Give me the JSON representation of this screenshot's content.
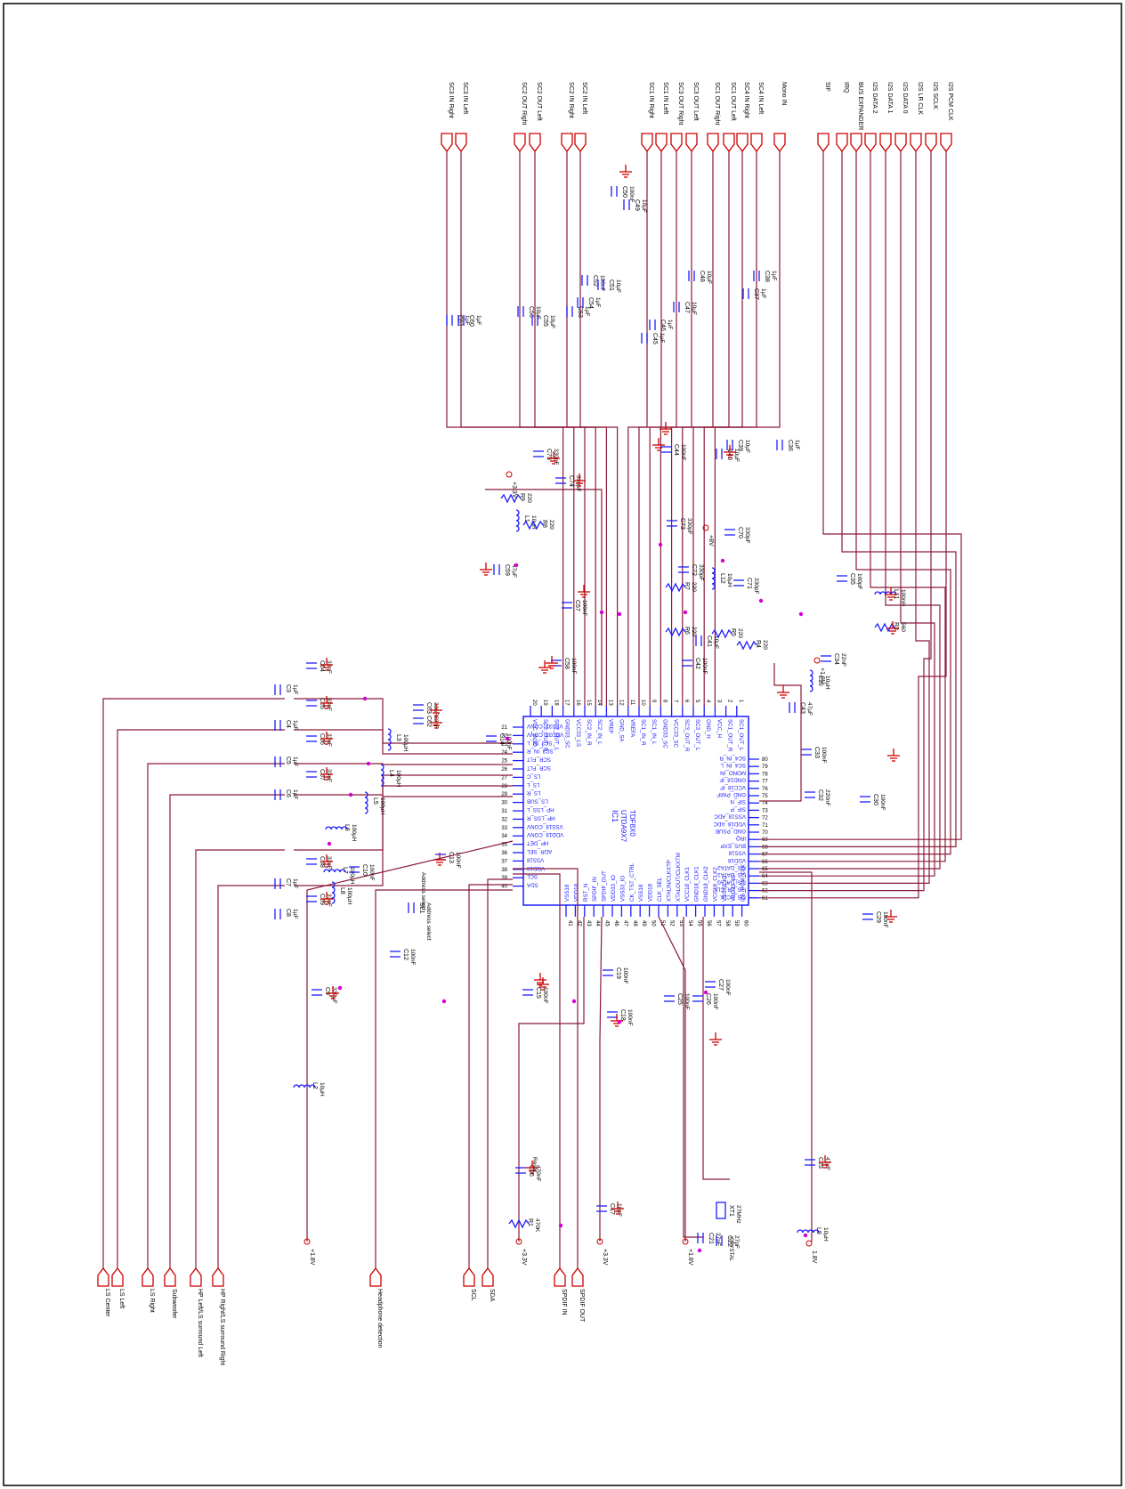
{
  "ports_top": [
    "SC3 IN Right",
    "SC3 IN Left",
    "SC2 OUT Right",
    "SC2 OUT Left",
    "SC2 IN Right",
    "SC2 IN Left",
    "SC1 IN Right",
    "SC1 IN Left",
    "SC3 OUT Right",
    "SC3 OUT Left",
    "SC1 OUT Right",
    "SC1 OUT Left",
    "SC4 IN Right",
    "SC4 IN Left",
    "Mono IN",
    "SIF",
    "IRQ",
    "BUS EXPANDER",
    "I2S DATA 2",
    "I2S DATA 1",
    "I2S DATA 0",
    "I2S LR CLK",
    "I2S SCLK",
    "I2S PCM CLK"
  ],
  "ports_bottom": [
    "LS Center",
    "LS Left",
    "LS Right",
    "Subwoofer",
    "HP Left/LS surround Left",
    "HP Right/LS surround Right",
    "Headphone detection",
    "SCL",
    "SDA",
    "SPDIF IN",
    "SPDIF OUT"
  ],
  "ic": {
    "ref": "IC1",
    "part": "UTDA9X7",
    "name": "TDF8X0",
    "pins_right_side": [
      "VCC_IN3O",
      "SC2_OUT_R",
      "SC2_OUT_L",
      "GND33_SC",
      "VCC33_LS",
      "SC2_IN_R",
      "SC2_IN_L",
      "VREF",
      "GND_SA",
      "VREFA",
      "SC1_IN_R",
      "SC1_IN_L",
      "GND33_SC",
      "VCC33_SC",
      "SC3_OUT_R",
      "SC3_OUT_L",
      "GND_H",
      "VCC_H",
      "SC1_OUT_R",
      "SC1_OUT_L"
    ],
    "pins_right_nums": [
      "20",
      "19",
      "18",
      "17",
      "16",
      "15",
      "14",
      "13",
      "12",
      "11",
      "10",
      "9",
      "8",
      "7",
      "6",
      "5",
      "4",
      "3",
      "2",
      "1"
    ],
    "pins_left_side": [
      "VSS33_CONV",
      "VDD33_CONV",
      "SC3_IN_L",
      "SC3_IN_R",
      "SCR_FLT",
      "SCR_FLT",
      "LS_C",
      "LS_L",
      "LS_R",
      "LS_SUB",
      "HP_LSS_L",
      "HP_LSS_R",
      "VSS18_CONV",
      "VDD18_CONV",
      "HP_DET",
      "ADR_SEL",
      "VSS18",
      "VDD18",
      "SCL",
      "SDA"
    ],
    "pins_left_nums": [
      "21",
      "22",
      "23",
      "24",
      "25",
      "26",
      "27",
      "28",
      "29",
      "30",
      "31",
      "32",
      "33",
      "34",
      "35",
      "36",
      "37",
      "38",
      "39",
      "40"
    ],
    "pins_bottom_side": [
      "VSS18",
      "VDD18",
      "RST_N",
      "SPDIF_IN",
      "SPDIF_OUT",
      "VDD33_IO",
      "VSS33_IO",
      "CK_TST_CTRL",
      "VSS18",
      "VDD18",
      "CLK_SEL",
      "XTALIN/CLKXTP",
      "XTALOUT/CLKXTM",
      "VCC18_CLK1",
      "GND18_CLK1",
      "GND18_CLK2",
      "VCC18_CLK2",
      "VSS33_IO",
      "VDD33_IO",
      "I2S_PCM_CLK"
    ],
    "pins_bottom_nums": [
      "41",
      "42",
      "43",
      "44",
      "45",
      "46",
      "47",
      "48",
      "49",
      "50",
      "51",
      "52",
      "53",
      "54",
      "55",
      "56",
      "57",
      "58",
      "59",
      "60"
    ],
    "pins_top_side": [
      "SC4_IN_R",
      "SC4_IN_L",
      "MONO_IN",
      "GND18_IF",
      "VCC18_IF",
      "GND_PWIF",
      "SIF_N",
      "SIF_P",
      "VSS18_ADC",
      "VDD18_ADC",
      "GND_PSUB",
      "IRQ",
      "BUS_EXP",
      "VSS18",
      "VDD18",
      "I2S_DATA2",
      "I2S_DATA1",
      "I2S_DATA0",
      "I2S_LR_CLK",
      "I2S_SCLK"
    ],
    "pins_top_nums": [
      "80",
      "79",
      "78",
      "77",
      "76",
      "75",
      "74",
      "73",
      "72",
      "71",
      "70",
      "69",
      "68",
      "67",
      "66",
      "65",
      "64",
      "63",
      "62",
      "61"
    ]
  },
  "components": [
    {
      "ref": "C61",
      "val": "1µF"
    },
    {
      "ref": "C60",
      "val": "1µF"
    },
    {
      "ref": "C56",
      "val": "10µF"
    },
    {
      "ref": "C55",
      "val": "10µF"
    },
    {
      "ref": "C53",
      "val": "1µF"
    },
    {
      "ref": "C54",
      "val": "1µF"
    },
    {
      "ref": "C52",
      "val": "100nF"
    },
    {
      "ref": "C51",
      "val": "10µF"
    },
    {
      "ref": "C50",
      "val": "100nF"
    },
    {
      "ref": "C49",
      "val": "10µF"
    },
    {
      "ref": "C46",
      "val": "1µF"
    },
    {
      "ref": "C45",
      "val": "1µF"
    },
    {
      "ref": "C47",
      "val": "10µF"
    },
    {
      "ref": "C48",
      "val": "10µF"
    },
    {
      "ref": "C37",
      "val": "1µF"
    },
    {
      "ref": "C38",
      "val": "1µF"
    },
    {
      "ref": "C75",
      "val": "330pF"
    },
    {
      "ref": "C74",
      "val": "330pF"
    },
    {
      "ref": "C44",
      "val": "100nF"
    },
    {
      "ref": "C73",
      "val": "330pF"
    },
    {
      "ref": "C40",
      "val": "10µF"
    },
    {
      "ref": "C39",
      "val": "10µF"
    },
    {
      "ref": "C36",
      "val": "1µF"
    },
    {
      "ref": "L1",
      "val": "10µH"
    },
    {
      "ref": "R9",
      "val": "220"
    },
    {
      "ref": "R8",
      "val": "220"
    },
    {
      "ref": "C59",
      "val": "47µF"
    },
    {
      "ref": "C57",
      "val": "100nF"
    },
    {
      "ref": "C70",
      "val": "330pF"
    },
    {
      "ref": "C72",
      "val": "330pF"
    },
    {
      "ref": "R7",
      "val": "220"
    },
    {
      "ref": "L12",
      "val": "10µH"
    },
    {
      "ref": "C71",
      "val": "330pF"
    },
    {
      "ref": "C41",
      "val": "10µF"
    },
    {
      "ref": "R6",
      "val": "220"
    },
    {
      "ref": "R5",
      "val": "220"
    },
    {
      "ref": "R4",
      "val": "220"
    },
    {
      "ref": "C42",
      "val": "100nF"
    },
    {
      "ref": "C58",
      "val": "100nF"
    },
    {
      "ref": "C35",
      "val": "100pF"
    },
    {
      "ref": "L11",
      "val": "100nH"
    },
    {
      "ref": "R3",
      "val": "560"
    },
    {
      "ref": "C34",
      "val": "22nF"
    },
    {
      "ref": "L10",
      "val": "10µH"
    },
    {
      "ref": "C43",
      "val": "47µF"
    },
    {
      "ref": "C33",
      "val": "100nF"
    },
    {
      "ref": "C32",
      "val": "220nF"
    },
    {
      "ref": "C30",
      "val": "100nF"
    },
    {
      "ref": "C29",
      "val": "100nF"
    },
    {
      "ref": "C14",
      "val": "100nF"
    },
    {
      "ref": "C3",
      "val": "1µF"
    },
    {
      "ref": "C4",
      "val": "1µF"
    },
    {
      "ref": "C5",
      "val": "1µF"
    },
    {
      "ref": "C6",
      "val": "1µF"
    },
    {
      "ref": "C7",
      "val": "1µF"
    },
    {
      "ref": "C8",
      "val": "1µF"
    },
    {
      "ref": "C64",
      "val": "33nF"
    },
    {
      "ref": "C65",
      "val": "33nF"
    },
    {
      "ref": "C66",
      "val": "33nF"
    },
    {
      "ref": "C67",
      "val": "33nF"
    },
    {
      "ref": "C68",
      "val": "33nF"
    },
    {
      "ref": "C69",
      "val": "33nF"
    },
    {
      "ref": "C63",
      "val": "33nF"
    },
    {
      "ref": "C62",
      "val": "33nF"
    },
    {
      "ref": "L3",
      "val": "100µH"
    },
    {
      "ref": "L4",
      "val": "100µH"
    },
    {
      "ref": "L5",
      "val": "100µH"
    },
    {
      "ref": "L6",
      "val": "100µH"
    },
    {
      "ref": "L7",
      "val": "100µH"
    },
    {
      "ref": "L8",
      "val": "100µH"
    },
    {
      "ref": "C10",
      "val": "100nF"
    },
    {
      "ref": "C13",
      "val": "100nF"
    },
    {
      "ref": "C12",
      "val": "100nF"
    },
    {
      "ref": "SL1",
      "val": "Address select"
    },
    {
      "ref": "C9",
      "val": "330µF"
    },
    {
      "ref": "L2",
      "val": "10µH"
    },
    {
      "ref": "C15",
      "val": "100nF"
    },
    {
      "ref": "C19",
      "val": "100nF"
    },
    {
      "ref": "C18",
      "val": "100nF"
    },
    {
      "ref": "C25",
      "val": "100nF"
    },
    {
      "ref": "C26",
      "val": "100nF"
    },
    {
      "ref": "C27",
      "val": "100nF"
    },
    {
      "ref": "C16",
      "val": "470nF"
    },
    {
      "ref": "R1",
      "val": "470K"
    },
    {
      "ref": "C17",
      "val": "10µF"
    },
    {
      "ref": "C21",
      "val": "27pF"
    },
    {
      "ref": "C22",
      "val": "27pF"
    },
    {
      "ref": "XT1",
      "val": "27MHz"
    },
    {
      "ref": "C23",
      "val": "47µF"
    },
    {
      "ref": "L9",
      "val": "10µH"
    }
  ],
  "rails": [
    "+3.3V",
    "+8V",
    "+1.8V",
    "1.8V"
  ],
  "notes": [
    "Reset",
    "Address select",
    "CRYSTAL"
  ]
}
